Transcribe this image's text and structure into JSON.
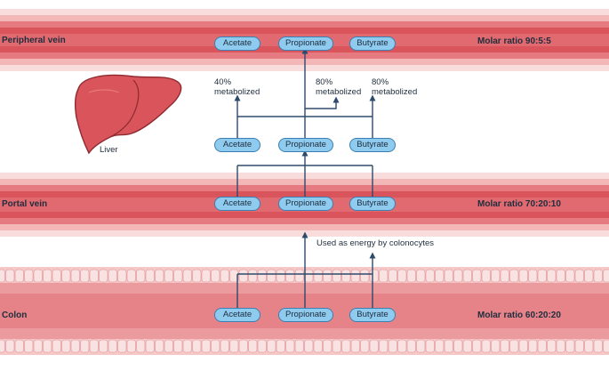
{
  "rows": {
    "peripheral": {
      "label": "Peripheral vein",
      "ratio": "Molar ratio 90:5:5",
      "molecules": [
        "Acetate",
        "Propionate",
        "Butyrate"
      ]
    },
    "liver": {
      "label": "Liver",
      "molecules": [
        "Acetate",
        "Propionate",
        "Butyrate"
      ],
      "metabolized": [
        "40%\nmetabolized",
        "80%\nmetabolized",
        "80%\nmetabolized"
      ]
    },
    "portal": {
      "label": "Portal vein",
      "ratio": "Molar ratio 70:20:10",
      "molecules": [
        "Acetate",
        "Propionate",
        "Butyrate"
      ]
    },
    "colon": {
      "label": "Colon",
      "ratio": "Molar ratio 60:20:20",
      "molecules": [
        "Acetate",
        "Propionate",
        "Butyrate"
      ],
      "note": "Used as energy by colonocytes"
    }
  },
  "colors": {
    "vessel_dark": "#d9545b",
    "vessel_mid": "#e57b80",
    "vessel_light": "#f3b7b8",
    "vessel_pale": "#f9dcdc",
    "pill_fill": "#8ecbef",
    "pill_border": "#3b7fb3",
    "arrow": "#2e4a6b",
    "liver": "#d9545b"
  }
}
